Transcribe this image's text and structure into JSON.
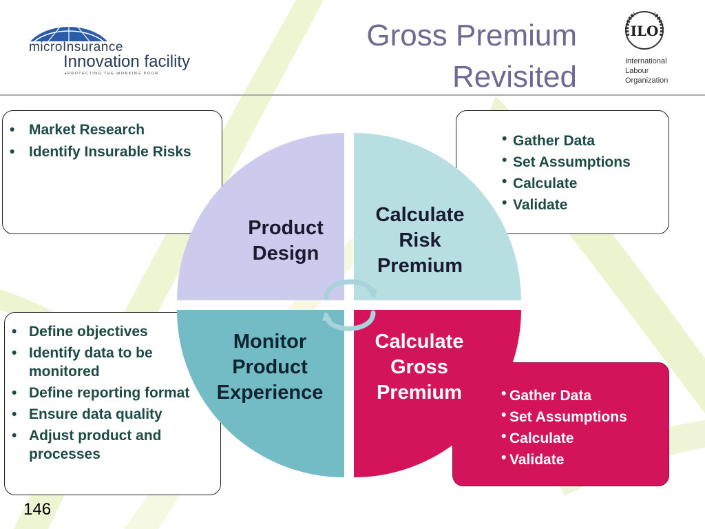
{
  "header": {
    "title": "Gross Premium Revisited",
    "logo_left": {
      "line1": "micro",
      "line1b": "Insurance",
      "line2": "Innovation facility",
      "tagline": "▸PROTECTING THE WORKING POOR"
    },
    "logo_right": {
      "name_line1": "International",
      "name_line2": "Labour",
      "name_line3": "Organization",
      "seal_text": "ILO"
    }
  },
  "boxes": {
    "top_left": [
      "Market Research",
      "Identify Insurable Risks"
    ],
    "top_right": [
      "Gather Data",
      "Set Assumptions",
      "Calculate",
      "Validate"
    ],
    "bottom_left": [
      "Define objectives",
      "Identify data to be monitored",
      "Define reporting format",
      "Ensure data quality",
      "Adjust product and processes"
    ],
    "bottom_right": [
      "Gather Data",
      "Set Assumptions",
      "Calculate",
      "Validate"
    ]
  },
  "cycle": {
    "product_design": "Product Design",
    "calculate_risk_premium": "Calculate Risk Premium",
    "monitor_product_experience": "Monitor Product Experience",
    "calculate_gross_premium": "Calculate Gross Premium"
  },
  "colors": {
    "product_design": "#cccbee",
    "calculate_risk_premium": "#b7dfe2",
    "monitor_product_experience": "#73bcc6",
    "calculate_gross_premium": "#d4145a",
    "title": "#6f6894"
  },
  "footer": {
    "page_number": "146"
  }
}
